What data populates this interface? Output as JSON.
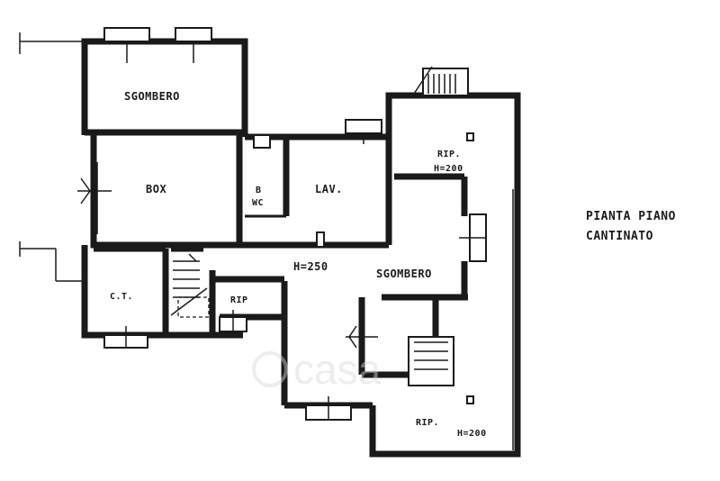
{
  "plan_title": {
    "line1": "PIANTA PIANO",
    "line2": "CANTINATO"
  },
  "rooms": {
    "sgombero_top": "SGOMBERO",
    "box": "BOX",
    "wc_b": "B",
    "wc_wc": "WC",
    "lav": "LAV.",
    "rip_top": "RIP.",
    "rip_top_height": "H=200",
    "corridor_height": "H=250",
    "sgombero_center": "SGOMBERO",
    "ct": "C.T.",
    "rip_small": "RIP",
    "rip_bottom": "RIP.",
    "rip_bottom_height": "H=200"
  },
  "watermark": "casa"
}
